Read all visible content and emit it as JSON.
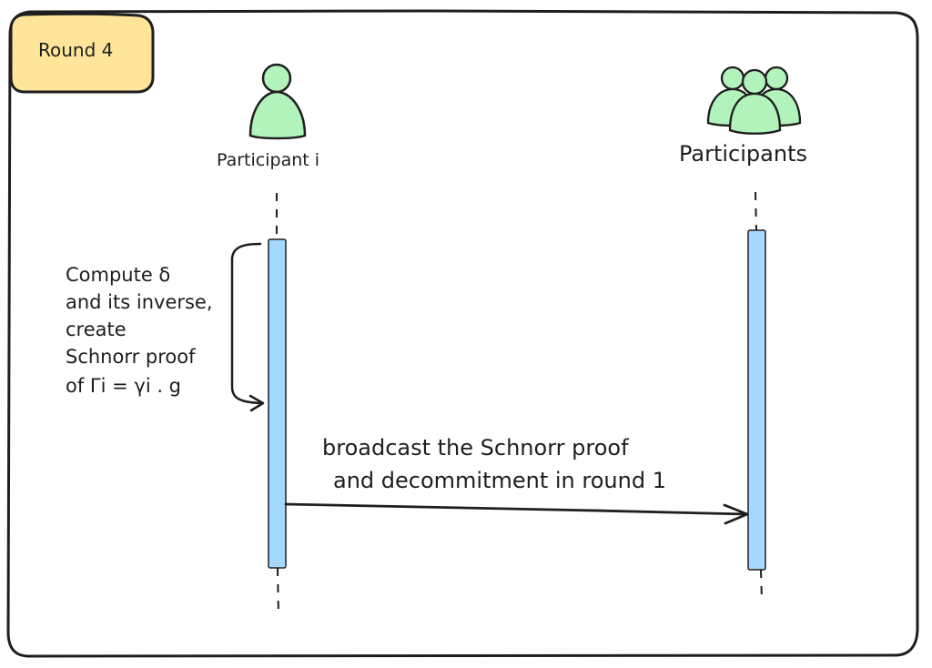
{
  "round": {
    "label": "Round 4"
  },
  "actors": {
    "left": {
      "label": "Participant i",
      "icon": "single-person-icon"
    },
    "right": {
      "label": "Participants",
      "icon": "group-people-icon"
    }
  },
  "note": {
    "lines": [
      "Compute δ",
      "and its inverse,",
      "create",
      "Schnorr proof",
      "of Γi = γi . g"
    ]
  },
  "message": {
    "lines": [
      "broadcast the Schnorr proof",
      "and decommitment in round 1"
    ]
  },
  "colors": {
    "frame_stroke": "#1e1e1e",
    "round_fill": "#ffe599",
    "actor_fill": "#b2f2bb",
    "activation_fill": "#a5d8ff",
    "text": "#1e1e1e"
  }
}
